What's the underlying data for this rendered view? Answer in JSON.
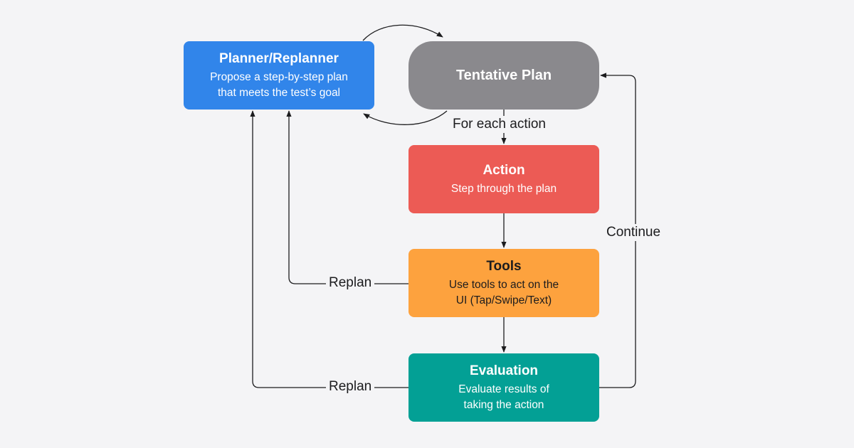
{
  "nodes": {
    "planner": {
      "title": "Planner/Replanner",
      "desc": [
        "Propose a step-by-step plan",
        "that meets the test’s goal"
      ],
      "color": "#3185ea"
    },
    "tentative_plan": {
      "title": "Tentative Plan",
      "color": "#8a898d"
    },
    "action": {
      "title": "Action",
      "desc": [
        "Step through the plan"
      ],
      "color": "#ec5b55"
    },
    "tools": {
      "title": "Tools",
      "desc": [
        "Use tools to act on the",
        "UI (Tap/Swipe/Text)"
      ],
      "color": "#fda23e"
    },
    "evaluation": {
      "title": "Evaluation",
      "desc": [
        "Evaluate results of",
        "taking the action"
      ],
      "color": "#03a095"
    }
  },
  "edge_labels": {
    "for_each": "For each action",
    "continue": "Continue",
    "replan_tools": "Replan",
    "replan_eval": "Replan"
  },
  "colors": {
    "background": "#f4f4f6",
    "connector": "#1c1c1e"
  }
}
